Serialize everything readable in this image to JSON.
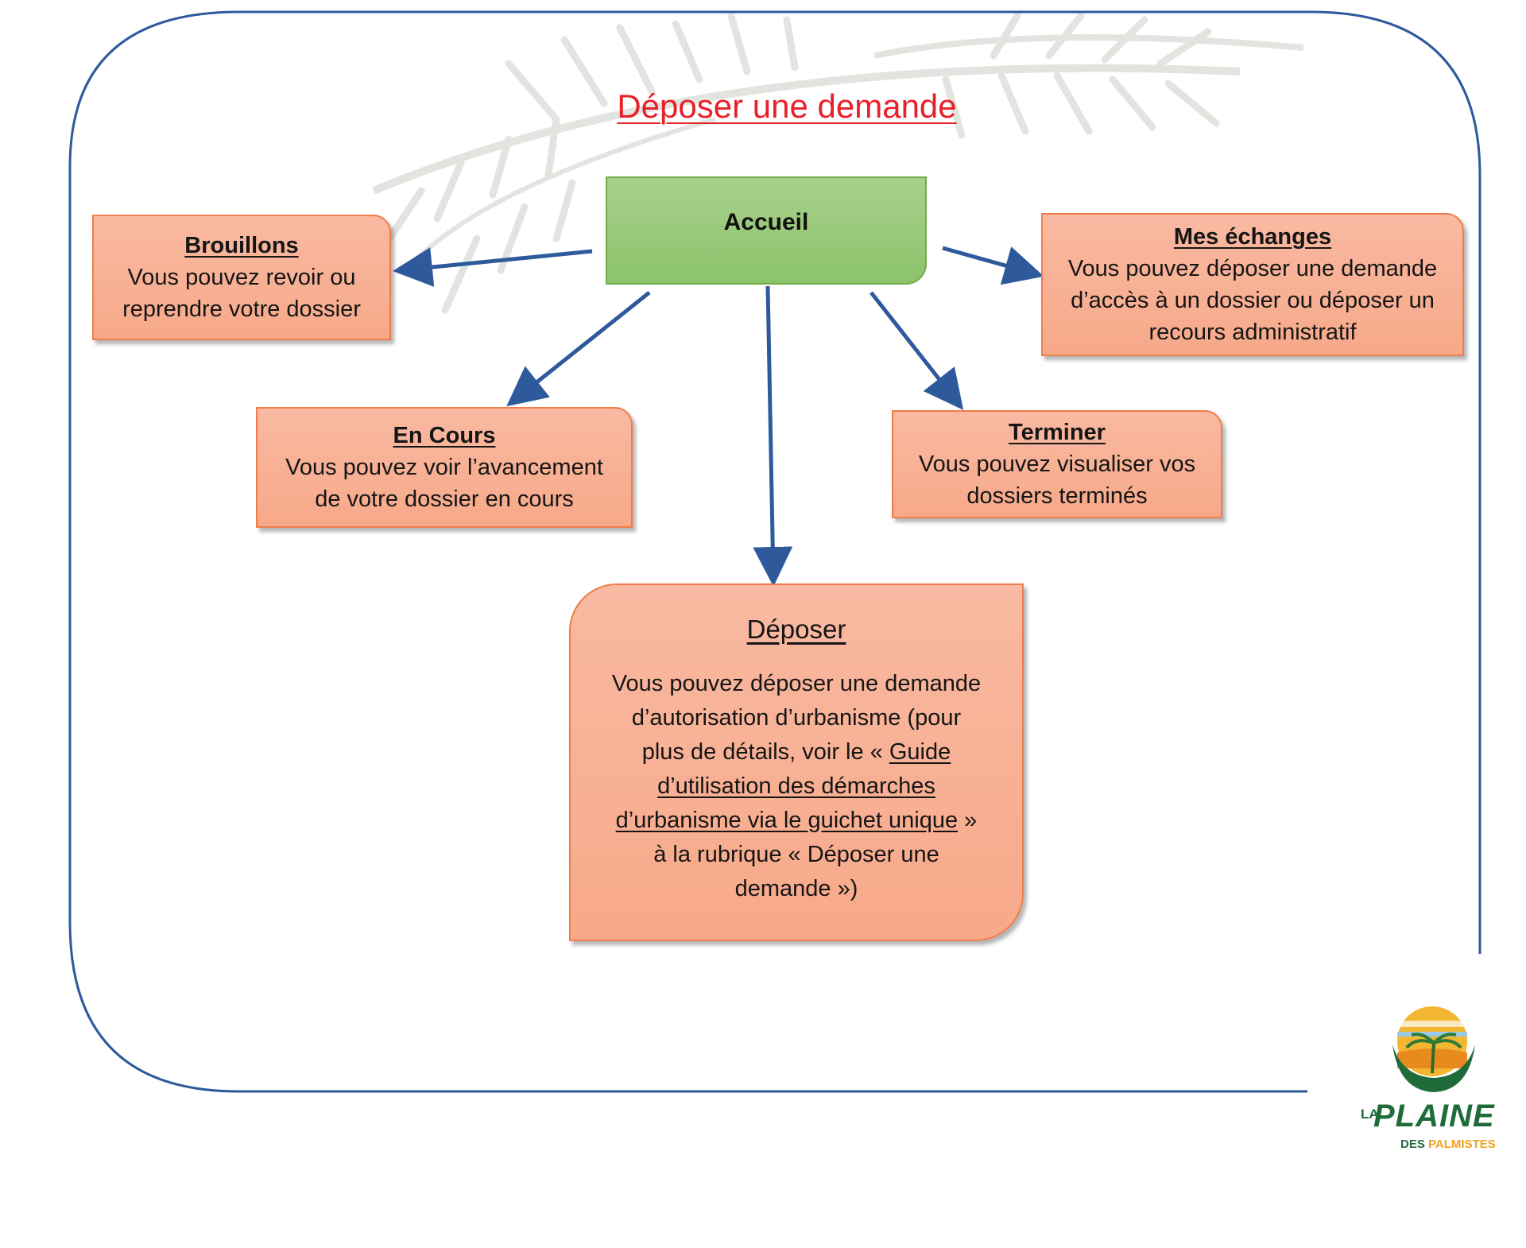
{
  "title": "Déposer une demande",
  "nodes": {
    "accueil": {
      "label": "Accueil"
    },
    "brouillons": {
      "heading": "Brouillons",
      "lines": [
        "Vous pouvez revoir ou",
        "reprendre votre dossier"
      ]
    },
    "mes_echanges": {
      "heading": "Mes échanges",
      "lines": [
        "Vous pouvez déposer une demande",
        "d’accès à un dossier ou déposer un",
        "recours administratif"
      ]
    },
    "en_cours": {
      "heading": "En Cours",
      "lines": [
        "Vous pouvez voir l’avancement",
        "de votre dossier en cours"
      ]
    },
    "terminer": {
      "heading": "Terminer",
      "lines": [
        "Vous pouvez visualiser vos",
        "dossiers terminés"
      ]
    },
    "deposer": {
      "heading": "Déposer",
      "line1": "Vous pouvez déposer une demande",
      "line2": "d’autorisation d’urbanisme (pour",
      "line3_pre": "plus de détails, voir le « ",
      "line3_link": "Guide",
      "line4_link": "d’utilisation des démarches",
      "line5_link": "d’urbanisme via le guichet unique",
      "line5_post": " »",
      "line6": "à la rubrique « Déposer une",
      "line7": "demande »)"
    }
  },
  "logo": {
    "la": "LA",
    "plaine": "PLAINE",
    "des": "DES",
    "palmistes": "PALMISTES"
  },
  "colors": {
    "frame": "#2e5a9c",
    "arrow": "#2e5a9c",
    "title": "#e8202a",
    "box_fill": "#f8b196",
    "box_border": "#ef7d4a",
    "accueil_fill": "#9bcb7c"
  }
}
